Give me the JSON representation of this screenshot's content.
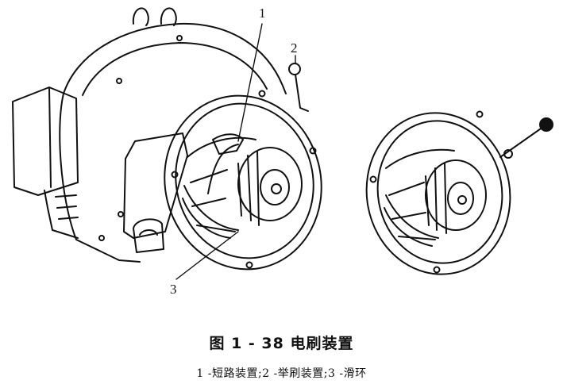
{
  "figure": {
    "callouts": [
      "1",
      "2",
      "3"
    ],
    "caption_title": "图 1 - 38    电刷装置",
    "caption_legend": "1 -短路装置;2 -举刷装置;3 -滑环"
  }
}
